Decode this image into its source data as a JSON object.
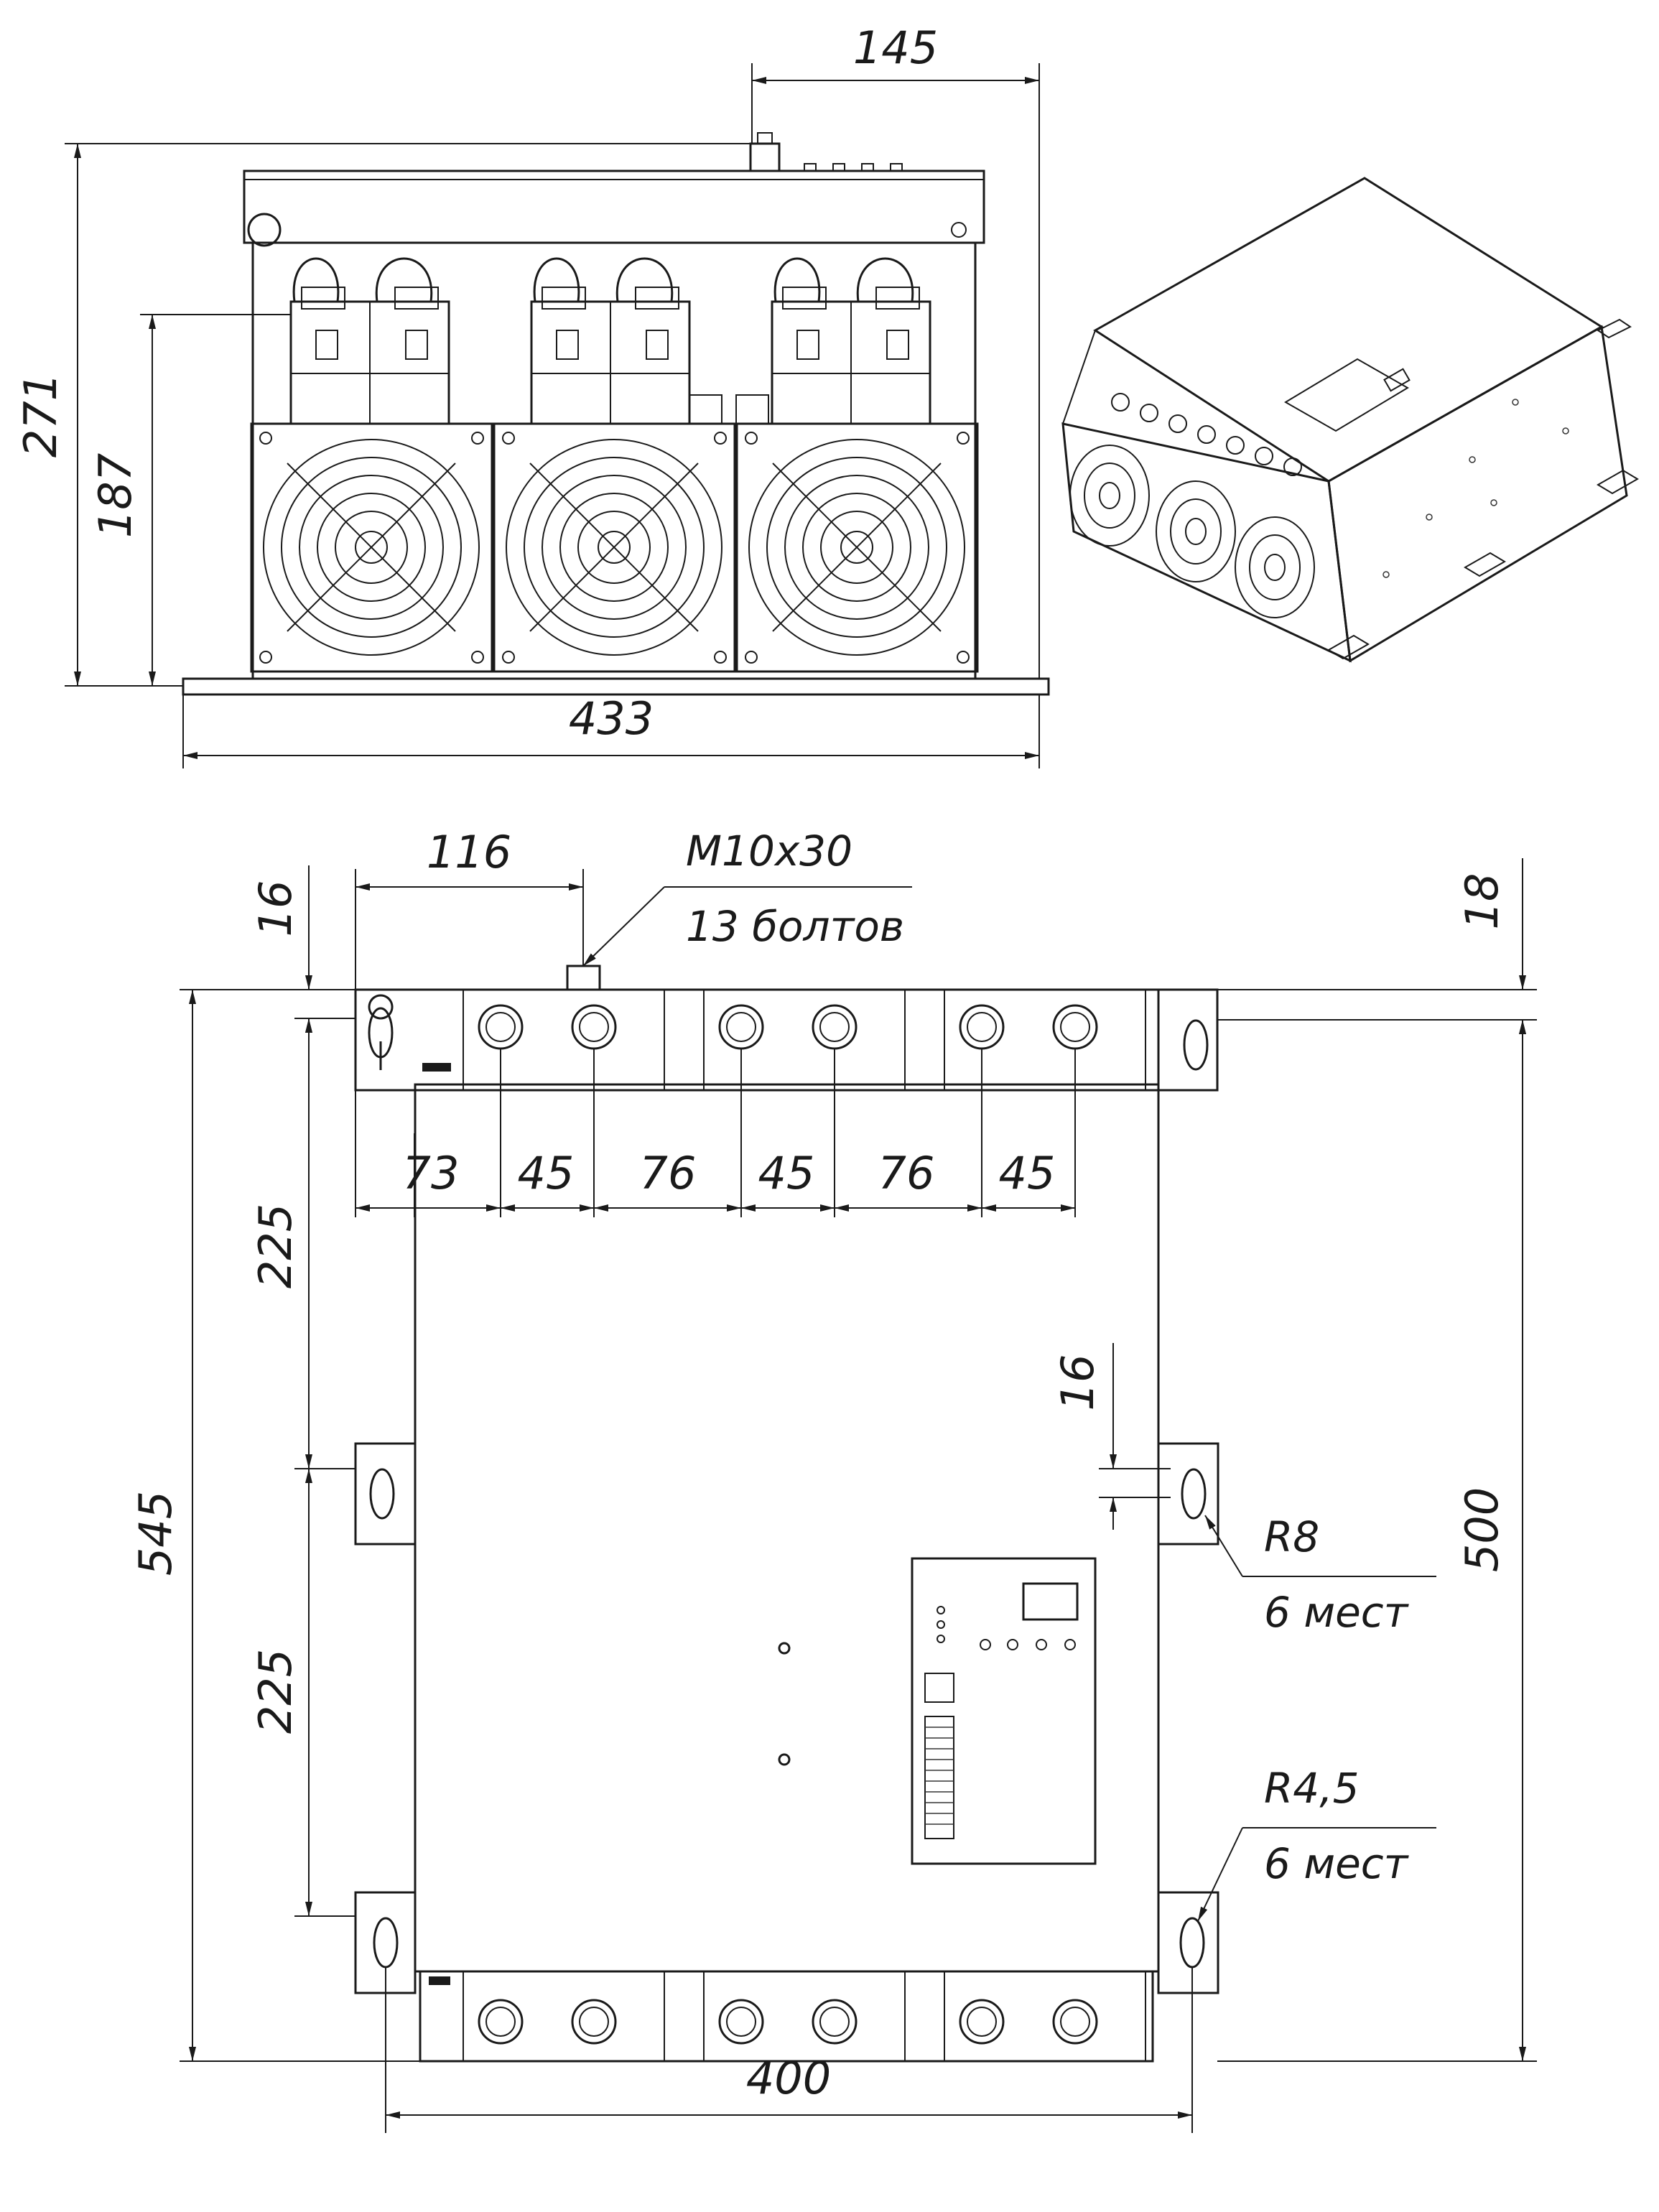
{
  "front_view": {
    "dims": {
      "terminal_offset": "145",
      "total_height": "271",
      "body_height": "187",
      "total_width": "433"
    }
  },
  "top_view": {
    "dims": {
      "stud_offset": "116",
      "top_margin": "16",
      "right_margin": "18",
      "pitch_1": "73",
      "pitch_2": "45",
      "pitch_3": "76",
      "pitch_4": "45",
      "pitch_5": "76",
      "pitch_6": "45",
      "mount_spacing_upper": "225",
      "mount_spacing_lower": "225",
      "overall_length": "545",
      "hole_offset": "16",
      "mount_length": "500",
      "mount_width": "400"
    },
    "callouts": {
      "bolt_size": "M10x30",
      "bolt_count": "13 болтов",
      "large_radius": "R8",
      "large_radius_qty": "6 мест",
      "small_radius": "R4,5",
      "small_radius_qty": "6 мест"
    }
  }
}
